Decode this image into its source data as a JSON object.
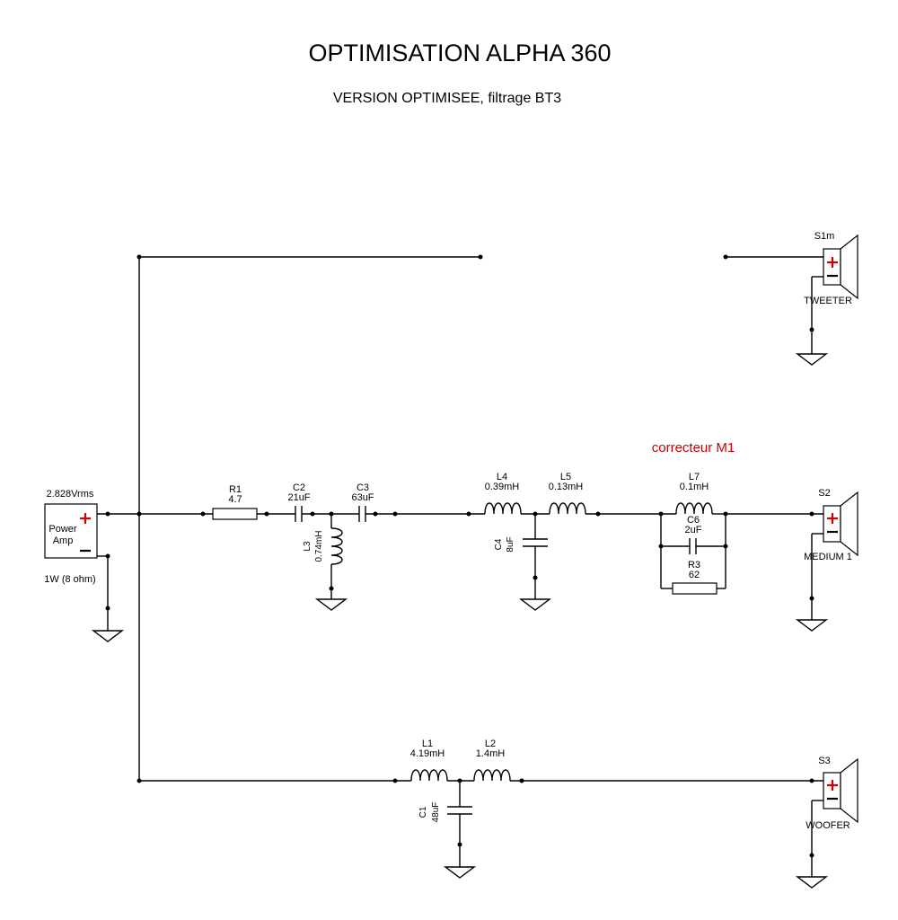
{
  "title": "OPTIMISATION ALPHA 360",
  "subtitle": "VERSION OPTIMISEE, filtrage BT3",
  "source": {
    "voltage": "2.828Vrms",
    "name_line1": "Power",
    "name_line2": "Amp",
    "power": "1W (8 ohm)"
  },
  "annotation": "correcteur M1",
  "components": {
    "R1": {
      "ref": "R1",
      "value": "4.7"
    },
    "C2": {
      "ref": "C2",
      "value": "21uF"
    },
    "C3": {
      "ref": "C3",
      "value": "63uF"
    },
    "L3": {
      "ref": "L3",
      "value": "0.74mH"
    },
    "L4": {
      "ref": "L4",
      "value": "0.39mH"
    },
    "L5": {
      "ref": "L5",
      "value": "0.13mH"
    },
    "C4": {
      "ref": "C4",
      "value": "8uF"
    },
    "L7": {
      "ref": "L7",
      "value": "0.1mH"
    },
    "C6": {
      "ref": "C6",
      "value": "2uF"
    },
    "R3": {
      "ref": "R3",
      "value": "62"
    },
    "L1": {
      "ref": "L1",
      "value": "4.19mH"
    },
    "L2": {
      "ref": "L2",
      "value": "1.4mH"
    },
    "C1": {
      "ref": "C1",
      "value": "48uF"
    }
  },
  "speakers": {
    "S1m": {
      "ref": "S1m",
      "name": "TWEETER"
    },
    "S2": {
      "ref": "S2",
      "name": "MEDIUM 1"
    },
    "S3": {
      "ref": "S3",
      "name": "WOOFER"
    }
  }
}
